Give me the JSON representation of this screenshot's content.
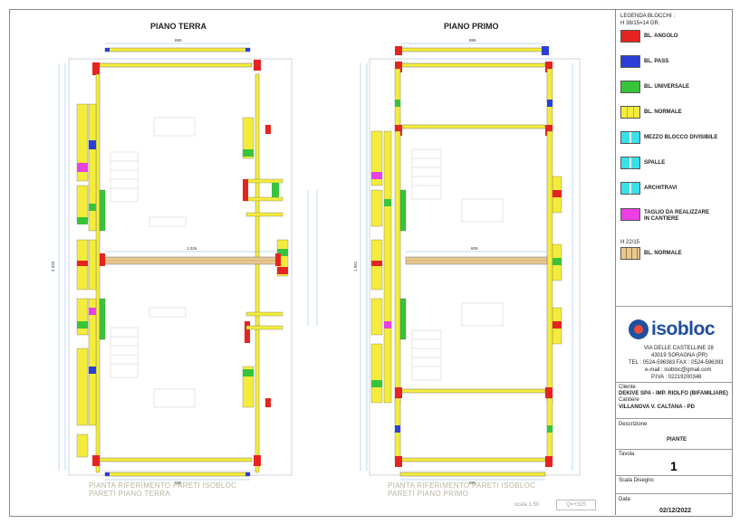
{
  "plans": {
    "left_title": "PIANO TERRA",
    "right_title": "PIANO PRIMO",
    "left_caption_1": "PIANTA RIFERIMENTO PARETI ISOBLOC",
    "left_caption_2": "PARETI PIANO TERRA",
    "right_caption_1": "PIANTA RIFERIMENTO PARETI ISOBLOC",
    "right_caption_2": "PARETI PIANO PRIMO",
    "scale_label": "scala 1:50",
    "quantity_label": "Q=+315",
    "left_dims": {
      "total_w": "885",
      "center_w": "1.026",
      "total_h": "2.325"
    },
    "right_dims": {
      "total_w": "885",
      "center_w": "809",
      "total_h": "1.961"
    }
  },
  "legend": {
    "title": "LEGENDA BLOCCHI :",
    "subtitle": "H 38/15=14 GR.",
    "items": [
      {
        "label": "BL. ANGOLO",
        "color": "#e52421"
      },
      {
        "label": "BL. PASS",
        "color": "#2a3fd6"
      },
      {
        "label": "BL. UNIVERSALE",
        "color": "#37c43a"
      },
      {
        "label": "BL. NORMALE",
        "color": "#f4ec3c"
      },
      {
        "label": "MEZZO BLOCCO DIVISIBILE",
        "color": "#38e0ea"
      },
      {
        "label": "SPALLE",
        "color": "#38e0ea"
      },
      {
        "label": "ARCHITRAVI",
        "color": "#38e0ea"
      },
      {
        "label": "TAGLIO DA REALIZZARE",
        "label2": "IN CANTIERE",
        "color": "#e93fe3"
      }
    ],
    "sub2_title": "H 22/15",
    "sub2_item": {
      "label": "BL. NORMALE",
      "color": "#e8c98f"
    }
  },
  "company": {
    "brand": "isobloc",
    "address1": "VIA DELLE CASTELLINE 28",
    "address2": "43019 SORAGNA (PR)",
    "phone": "TEL : 0524-596383 FAX : 0524-596393",
    "email": "e-mail : isobloc@gmail.com",
    "vat": "P.IVA : 02219200348"
  },
  "project": {
    "client_label": "Cliente",
    "client": "DEKIVE SPA - IMP. RIOLFO (BIFAMILIARE)",
    "site_label": "Cantiere",
    "site": "VILLANOVA V. CALTANA - PD",
    "desc_label": "Descrizione",
    "desc": "PIANTE",
    "sheet_label": "Tavola",
    "sheet": "1",
    "scale_label": "Scala Disegno",
    "date_label": "Data",
    "date": "02/12/2022"
  }
}
